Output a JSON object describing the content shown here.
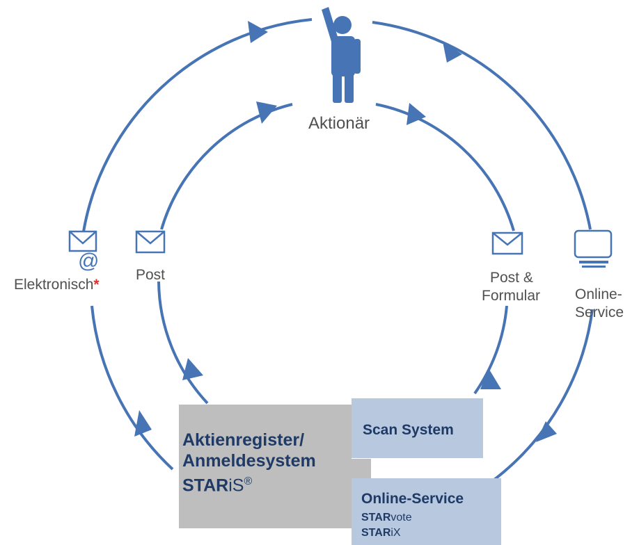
{
  "actor": {
    "label": "Aktionär"
  },
  "channels": {
    "electronic": {
      "label": "Elektronisch",
      "marker": "*",
      "icon": "email-at-icon"
    },
    "post": {
      "label": "Post",
      "icon": "envelope-icon"
    },
    "post_form": {
      "label_line1": "Post &",
      "label_line2": "Formular",
      "icon": "envelope-icon"
    },
    "online_service": {
      "label_line1": "Online-",
      "label_line2": "Service",
      "icon": "computer-terminal-icon"
    }
  },
  "systems": {
    "register": {
      "line1": "Aktienregister/",
      "line2": "Anmeldesystem",
      "brand_bold": "STAR",
      "brand_rest": "iS",
      "mark": "®"
    },
    "scan": {
      "title": "Scan System"
    },
    "online": {
      "title": "Online-Service",
      "item1_bold": "STAR",
      "item1_rest": "vote",
      "item2_bold": "STAR",
      "item2_rest": "iX"
    }
  },
  "colors": {
    "arrow": "#4674b4",
    "icon": "#4674b4",
    "marker": "#e03030",
    "grey_box": "#bebebe",
    "blue_box": "#b7c8df",
    "box_text": "#1f3a66"
  }
}
